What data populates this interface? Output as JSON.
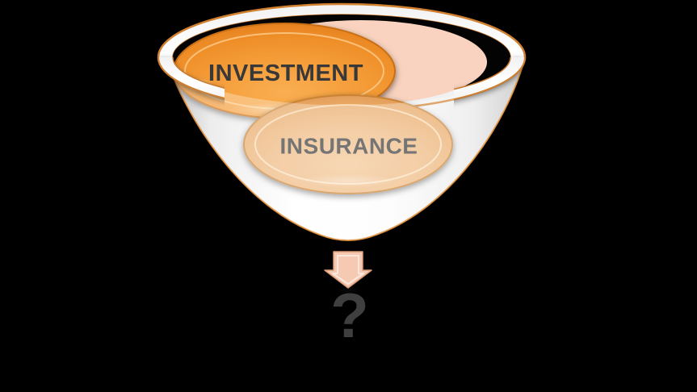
{
  "scene": {
    "background": "#000000",
    "kind": "funnel-diagram"
  },
  "funnel": {
    "rim": {
      "fill": "#FFFFFF",
      "edge": "#D0802F"
    },
    "inner_surface_fill": "#F9D3BF",
    "cone_fill": "#FFFFFF",
    "cone_edge": "#D8862E",
    "items": [
      {
        "label": "INVESTMENT",
        "fill": "#F29631",
        "edge": "#C96F14",
        "text_color": "#383838"
      },
      {
        "label": "INSURANCE",
        "fill": "#EBB078",
        "edge": "#C98336",
        "text_color": "#757575"
      }
    ]
  },
  "output": {
    "arrow_fill": "#F6C9B3",
    "arrow_edge": "#DA9C76",
    "symbol": "?",
    "symbol_color": "#3F3F3F"
  }
}
